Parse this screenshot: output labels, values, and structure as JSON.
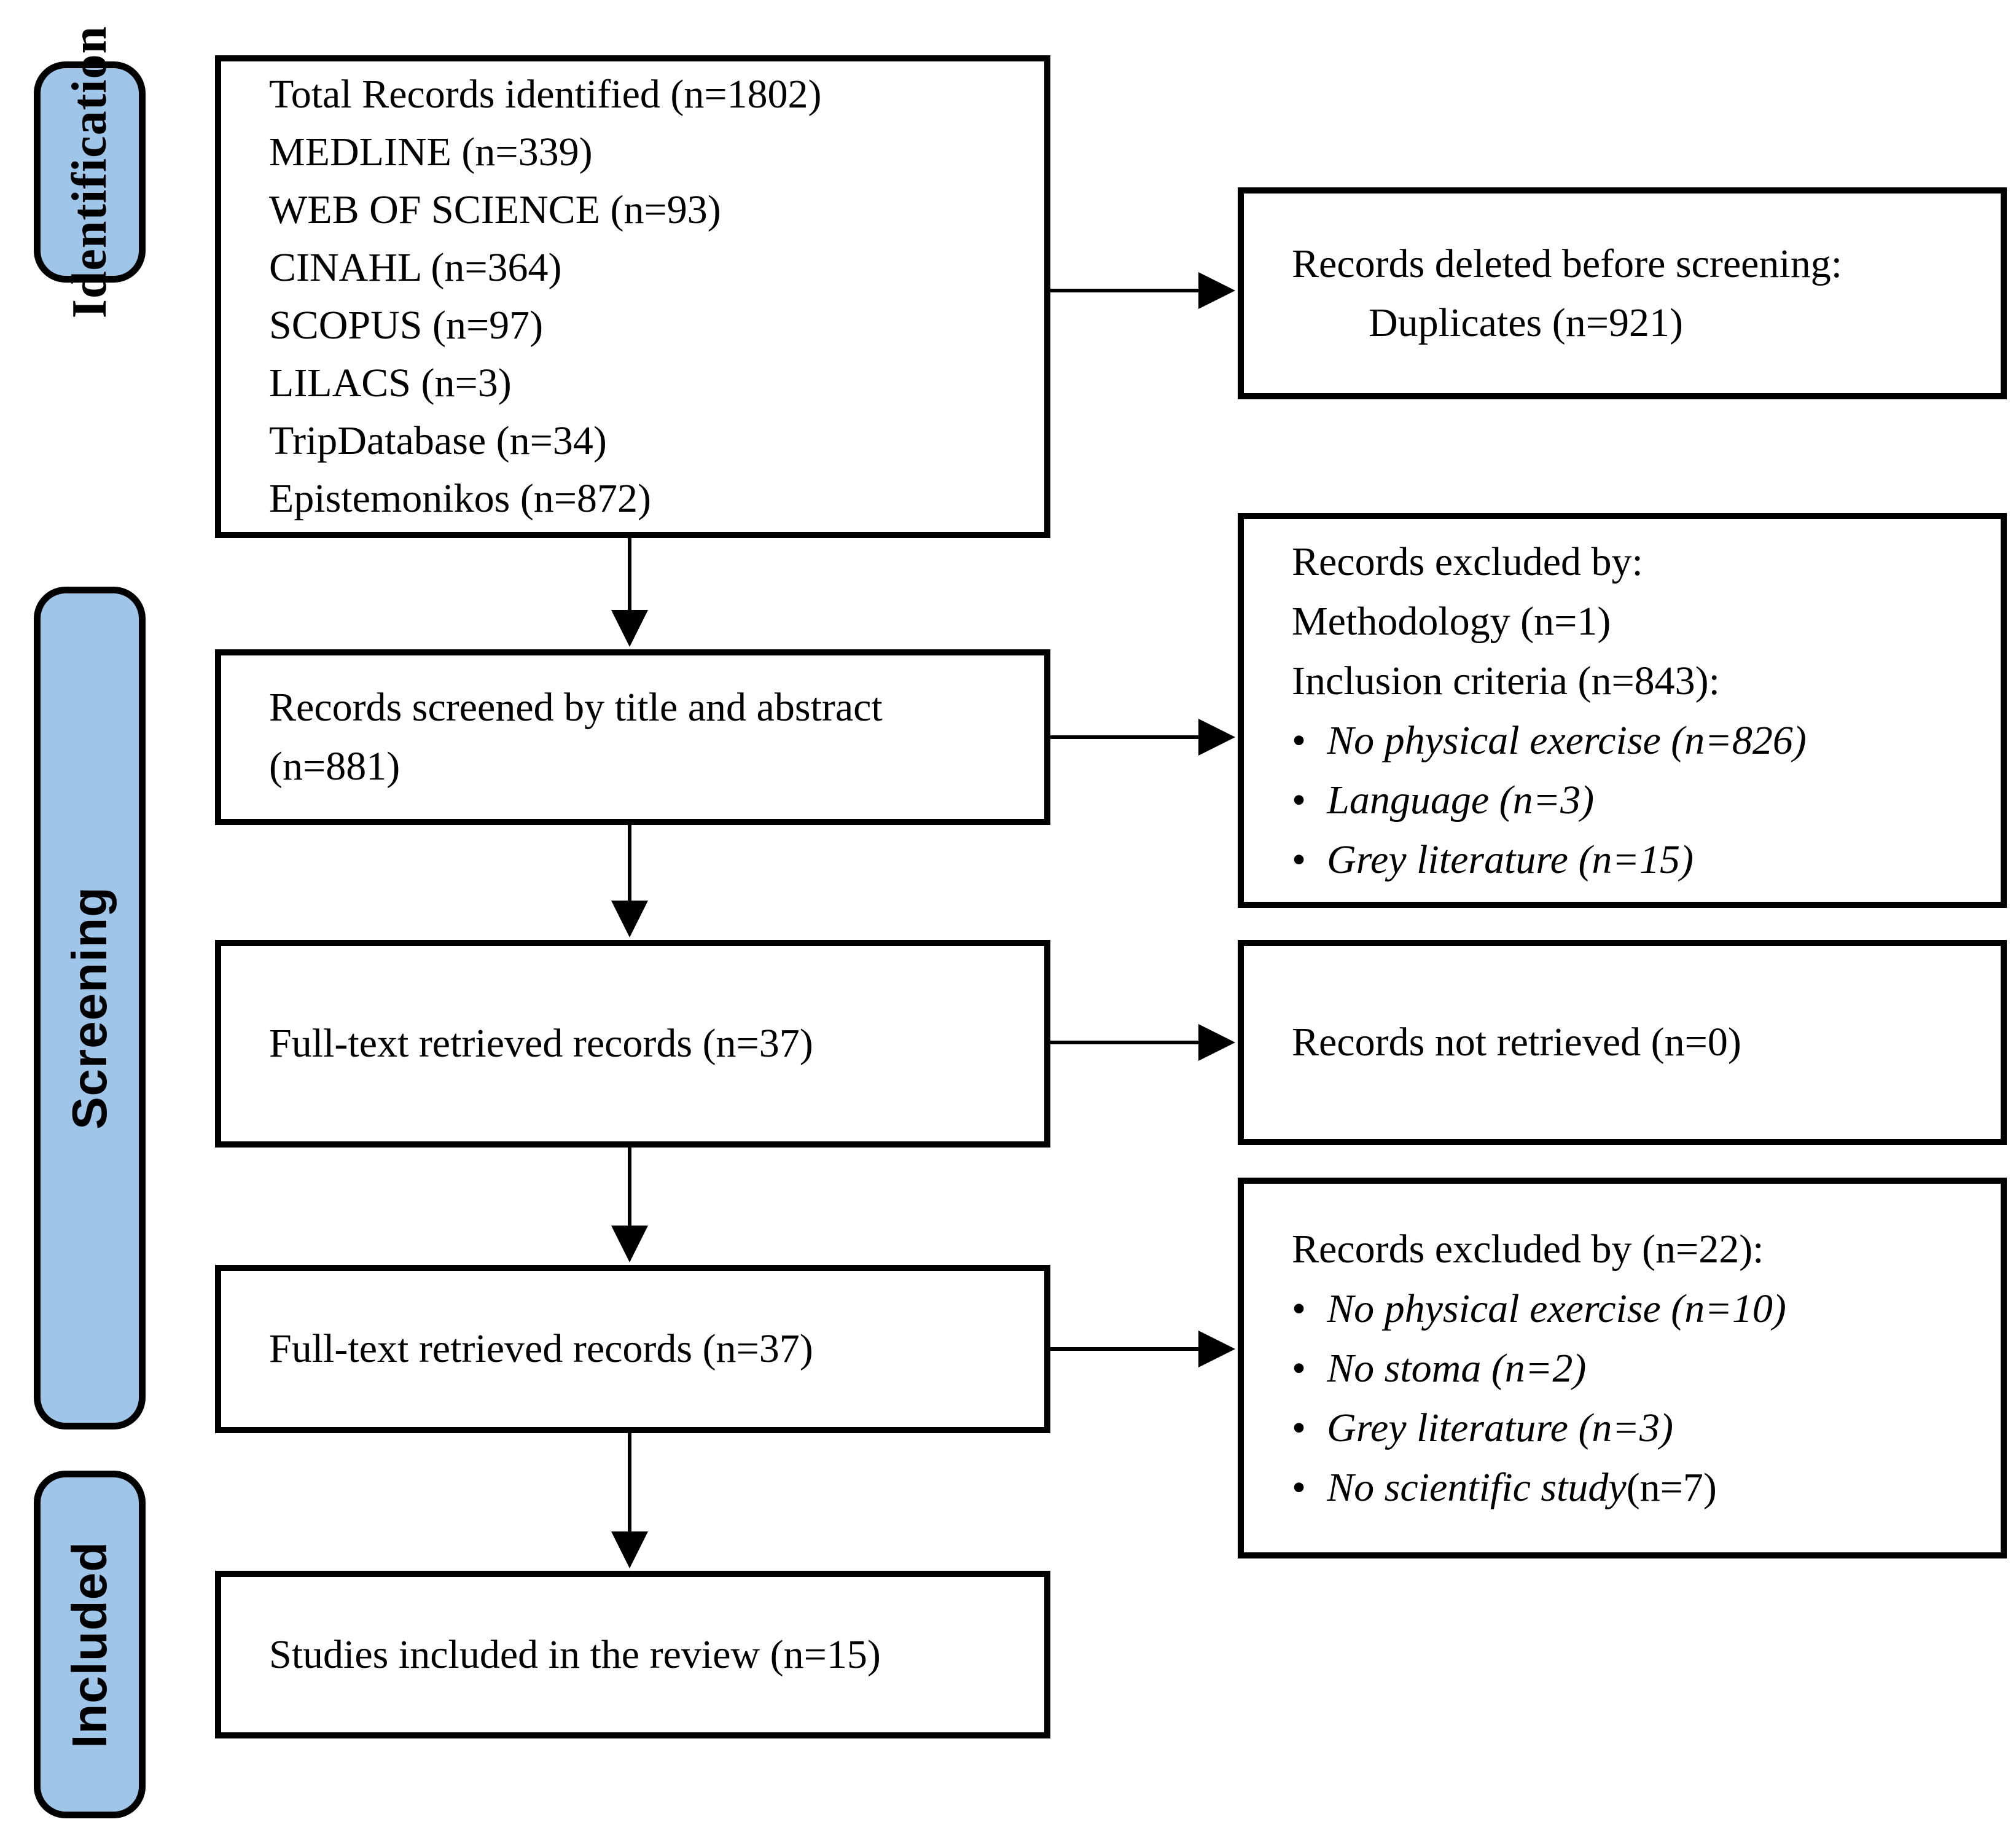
{
  "stage_labels": {
    "identification": "Identification",
    "screening": "Screening",
    "included": "Included"
  },
  "flow_boxes": {
    "identified": {
      "lines": [
        "Total Records identified (n=1802)",
        "MEDLINE (n=339)",
        "WEB OF SCIENCE (n=93)",
        "CINAHL (n=364)",
        "SCOPUS (n=97)",
        "LILACS (n=3)",
        "TripDatabase (n=34)",
        "Epistemonikos (n=872)"
      ]
    },
    "screened": {
      "lines": [
        "Records screened by title and abstract",
        "(n=881)"
      ]
    },
    "fulltext_retrieved_1": {
      "line": "Full-text retrieved records (n=37)"
    },
    "fulltext_retrieved_2": {
      "line": "Full-text retrieved records (n=37)"
    },
    "included_studies": {
      "line": "Studies included in the review (n=15)"
    }
  },
  "side_boxes": {
    "deleted_before_screening": {
      "title": "Records deleted before screening:",
      "indented_line": "Duplicates (n=921)"
    },
    "excluded_screening": {
      "lines": [
        "Records excluded by:",
        "Methodology (n=1)",
        "Inclusion criteria (n=843):"
      ],
      "bullets": [
        "No physical exercise (n=826)",
        "Language (n=3)",
        "Grey literature (n=15)"
      ]
    },
    "not_retrieved": {
      "line": "Records not retrieved (n=0)"
    },
    "excluded_fulltext": {
      "title": "Records excluded by (n=22):",
      "bullets": [
        "No physical exercise (n=10)",
        "No stoma (n=2)",
        "Grey literature (n=3)",
        "No scientific study"
      ],
      "last_bullet_suffix": " (n=7)"
    }
  },
  "colors": {
    "stage_fill": "#9FC5E8",
    "border": "#000000",
    "background": "#FFFFFF"
  }
}
